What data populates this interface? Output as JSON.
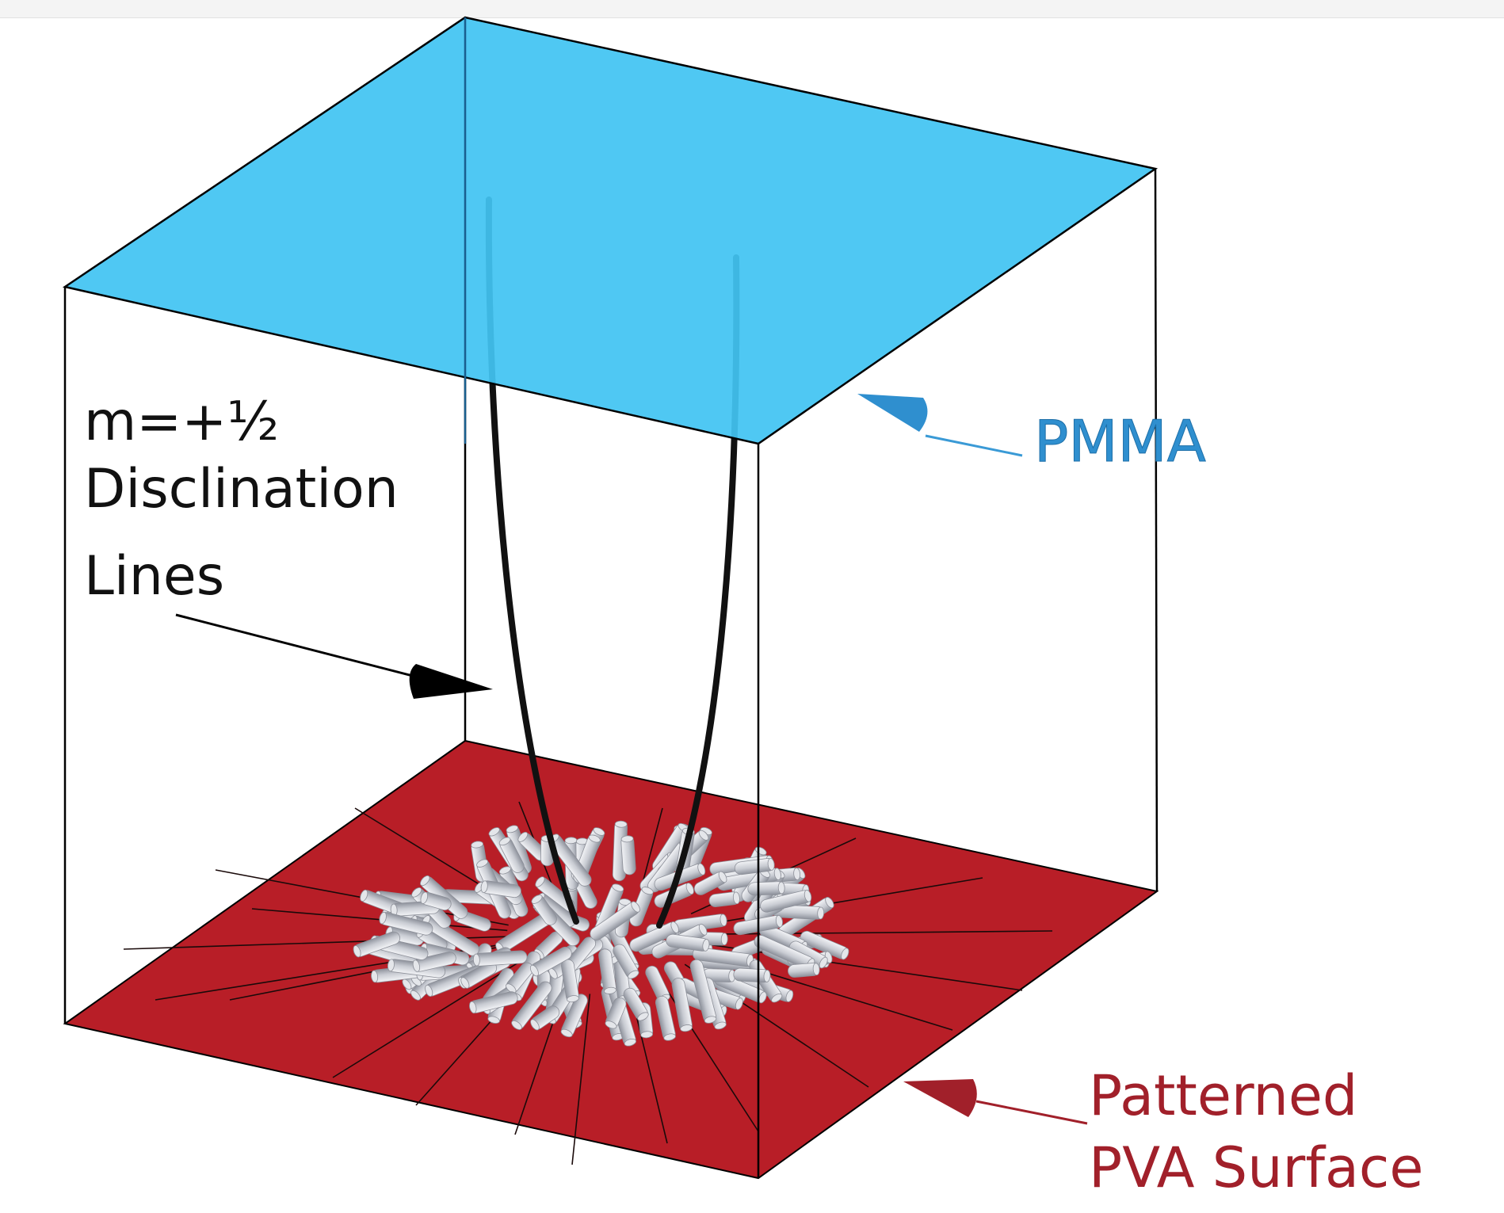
{
  "labels": {
    "disclination": [
      "m=+½",
      "Disclination",
      "Lines"
    ],
    "top_surface": "PMMA",
    "bottom_surface": [
      "Patterned",
      "PVA Surface"
    ]
  },
  "colors": {
    "top_plane": "#4ac6f1",
    "bottom_plane": "#b81e27",
    "top_label": "#2f8fcf",
    "bottom_label": "#a1202a",
    "rods": "#c8cbd2"
  }
}
